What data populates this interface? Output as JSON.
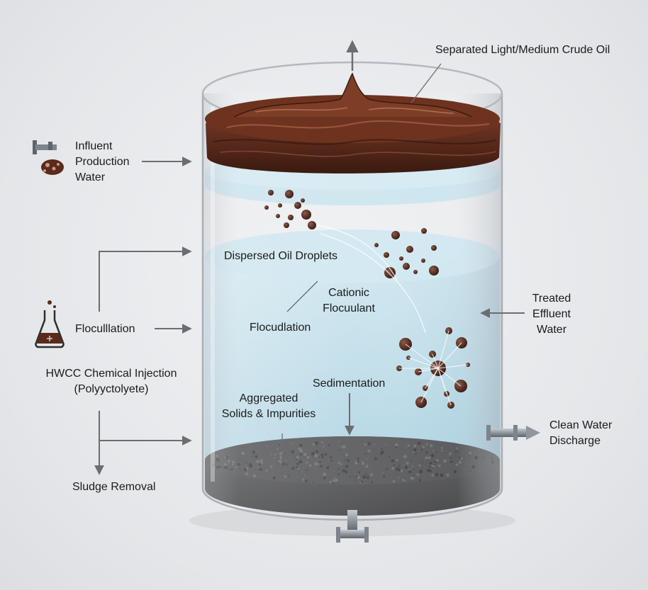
{
  "labels": {
    "separated_oil": "Separated Light/Medium Crude Oil",
    "influent_line1": "Influent",
    "influent_line2": "Production",
    "influent_line3": "Water",
    "dispersed_droplets": "Dispersed Oil Droplets",
    "cationic_line1": "Cationic",
    "cationic_line2": "Flocuulant",
    "flocculation_tank": "Flocudlation",
    "flocculation_side": "Floculllation",
    "treated_line1": "Treated",
    "treated_line2": "Effluent",
    "treated_line3": "Water",
    "hwcc_line1": "HWCC Chemical Injection",
    "hwcc_line2": "(Polyyctolyete)",
    "sedimentation": "Sedimentation",
    "aggregated_line1": "Aggregated",
    "aggregated_line2": "Solids & Impurities",
    "clean_line1": "Clean Water",
    "clean_line2": "Discharge",
    "sludge_removal": "Sludge Removal"
  },
  "icons": {
    "influent": "faucet-and-droplets-icon",
    "flocculation": "chemical-flask-icon",
    "clean_outlet": "pipe-outlet-icon",
    "oil_outlet": "arrow-up-icon",
    "bottom_valve": "drain-valve-icon"
  },
  "colors": {
    "oil": "#5a2a1c",
    "water_light": "#bfe1ee",
    "water_deep": "#9ccbdf",
    "sludge": "#1f1f20",
    "arrow": "#6b6d70",
    "droplet": "#4a2218"
  }
}
